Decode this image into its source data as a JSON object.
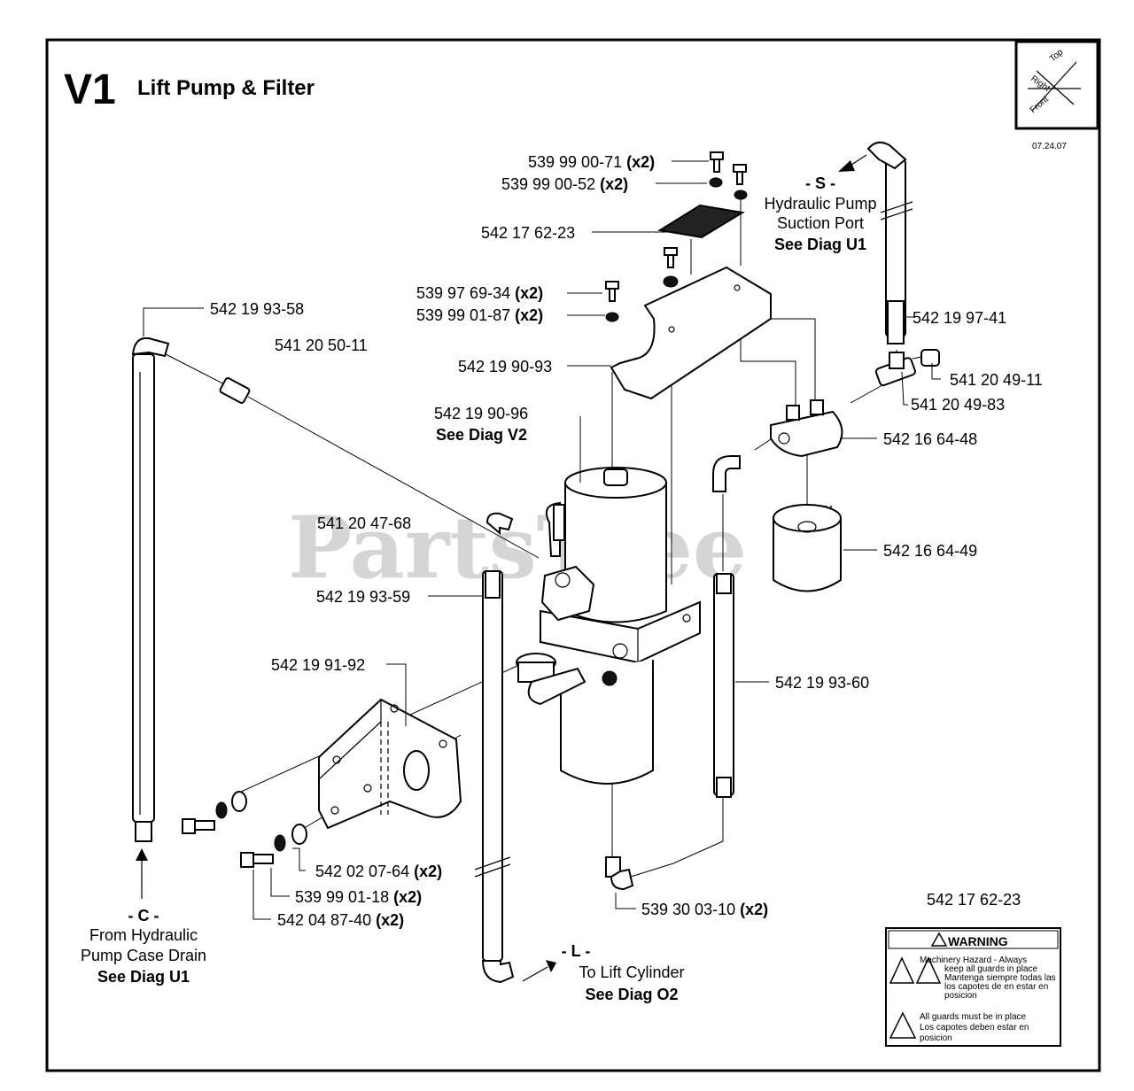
{
  "header": {
    "section_code": "V1",
    "title": "Lift Pump & Filter",
    "date": "07.24.07",
    "orientation_labels": {
      "top": "Top",
      "right": "Right",
      "front": "Front"
    }
  },
  "watermark": {
    "text": "PartsTree",
    "tm": "TM"
  },
  "parts": {
    "p1": {
      "number": "539 99 00-71",
      "qty": "(x2)"
    },
    "p2": {
      "number": "539 99 00-52",
      "qty": "(x2)"
    },
    "p3": {
      "number": "542 17 62-23"
    },
    "p4": {
      "number": "539 97 69-34",
      "qty": "(x2)"
    },
    "p5": {
      "number": "539 99 01-87",
      "qty": "(x2)"
    },
    "p6": {
      "number": "542 19 90-93"
    },
    "p7": {
      "number": "542 19 90-96",
      "note": "See Diag V2"
    },
    "p8": {
      "number": "542 19 93-58"
    },
    "p9": {
      "number": "541 20 50-11"
    },
    "p10": {
      "number": "542 19 97-41"
    },
    "p11": {
      "number": "541 20 49-11"
    },
    "p12": {
      "number": "541 20 49-83"
    },
    "p13": {
      "number": "542 16 64-48"
    },
    "p14": {
      "number": "541 20 47-68"
    },
    "p15": {
      "number": "542 16 64-49"
    },
    "p16": {
      "number": "542 19 93-59"
    },
    "p17": {
      "number": "542 19 91-92"
    },
    "p18": {
      "number": "542 19 93-60"
    },
    "p19": {
      "number": "542 02 07-64",
      "qty": "(x2)"
    },
    "p20": {
      "number": "539 99 01-18",
      "qty": "(x2)"
    },
    "p21": {
      "number": "542 04 87-40",
      "qty": "(x2)"
    },
    "p22": {
      "number": "539 30 03-10",
      "qty": "(x2)"
    },
    "p23": {
      "number": "542 17 62-23"
    }
  },
  "callouts": {
    "suction": {
      "code": "- S -",
      "line1": "Hydraulic Pump",
      "line2": "Suction Port",
      "ref": "See Diag U1"
    },
    "case_drain": {
      "code": "- C -",
      "line1": "From Hydraulic",
      "line2": "Pump Case Drain",
      "ref": "See Diag U1"
    },
    "lift": {
      "code": "- L -",
      "line1": "To Lift Cylinder",
      "ref": "See Diag O2"
    }
  },
  "decal": {
    "heading": "WARNING",
    "en1": "Machinery Hazard - Always",
    "en2": "keep all guards in place",
    "fr1": "Mantenga siempre todas las",
    "fr2": "los capotes de en estar en",
    "fr3": "posicion",
    "guards1": "All guards must be in place",
    "guards2": "Los capotes deben estar en",
    "guards3": "posicion"
  }
}
